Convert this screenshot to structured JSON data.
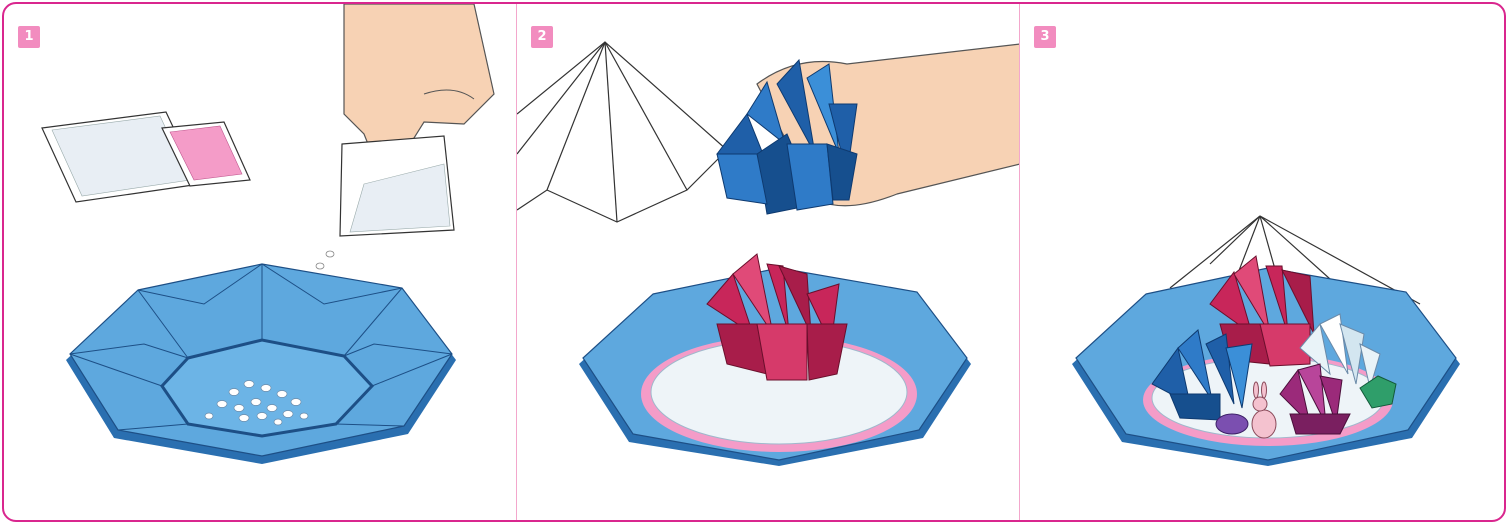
{
  "steps": [
    {
      "number": "1"
    },
    {
      "number": "2"
    },
    {
      "number": "3"
    }
  ],
  "colors": {
    "frame_border": "#d9268e",
    "divider": "#f3a7cc",
    "badge": "#f28cbf",
    "tray_blue": "#5ea8de",
    "tray_dark": "#2a6fb0",
    "crystal_red": "#c8265a",
    "crystal_blue": "#1f5fa8",
    "crystal_white": "#e9f3f8",
    "crystal_purple": "#9b2a7a",
    "gravel_pink": "#f49cc8",
    "skin": "#f7d2b4"
  }
}
